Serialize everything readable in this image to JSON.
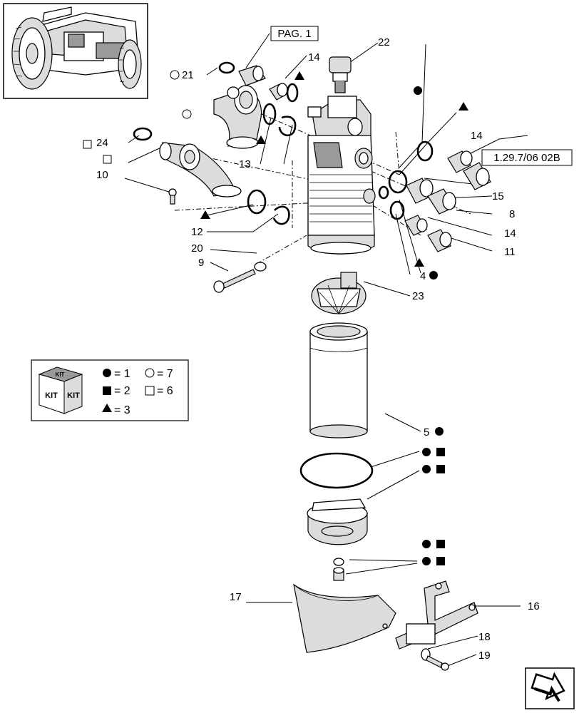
{
  "references": {
    "pag": "PAG. 1",
    "catalog_ref": "1.29.7/06 02B"
  },
  "callouts": {
    "c22": "22",
    "c14a": "14",
    "c21": "21",
    "c24": "24",
    "c10": "10",
    "c13": "13",
    "c14b": "14",
    "c15": "15",
    "c8": "8",
    "c14c": "14",
    "c11": "11",
    "c12": "12",
    "c20": "20",
    "c9": "9",
    "c4": "4",
    "c23": "23",
    "c5": "5",
    "c17": "17",
    "c16": "16",
    "c18": "18",
    "c19": "19"
  },
  "legend": {
    "kit_top": "KIT",
    "kit_left": "KIT",
    "kit_right": "KIT",
    "filled_circle": "= 1",
    "open_circle": "= 7",
    "filled_square": "= 2",
    "open_square": "= 6",
    "triangle": "= 3"
  },
  "icons": {
    "thumbnail": "tractor-thumbnail-icon",
    "nav": "next-page-arrow-icon",
    "kit": "kit-box-icon"
  },
  "colors": {
    "line": "#000000",
    "part_fill": "#ffffff",
    "shade": "#dcdcdc"
  }
}
